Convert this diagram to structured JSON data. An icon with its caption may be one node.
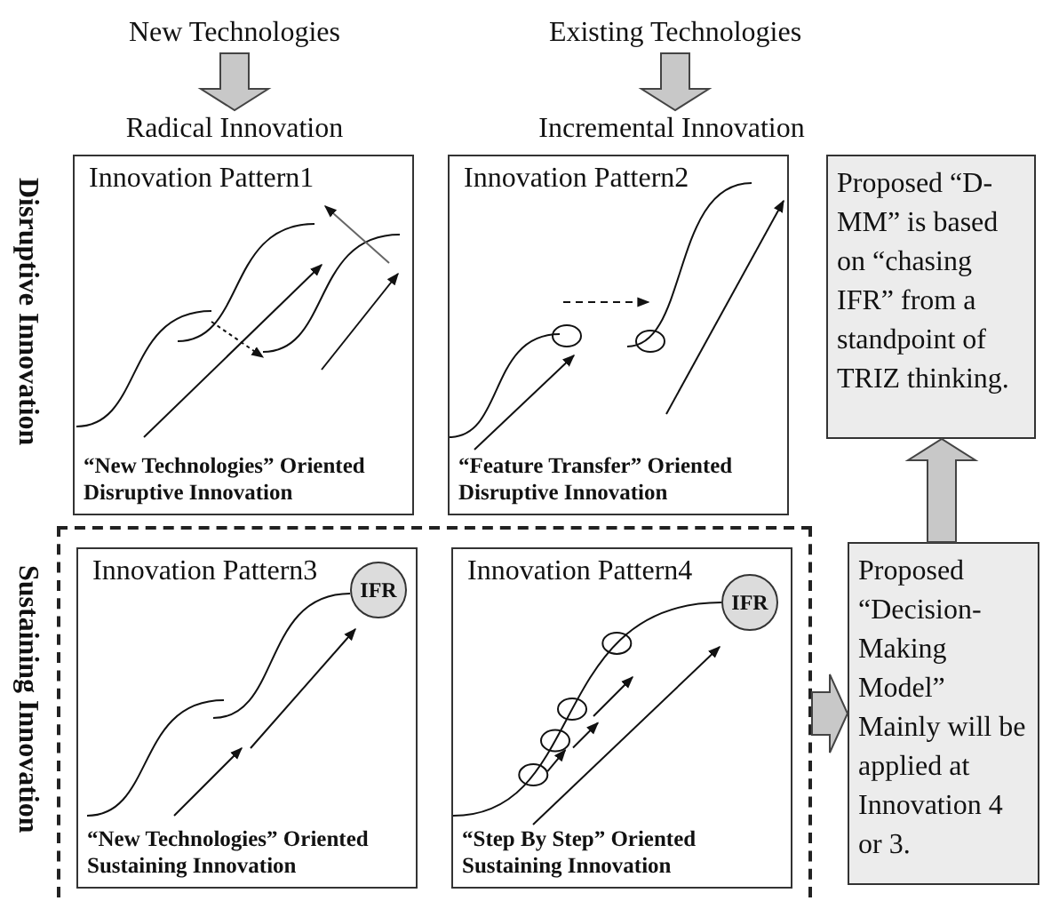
{
  "diagram": {
    "nodes": [
      {
        "text": [
          "New Technologies"
        ]
      },
      {
        "text": [
          "Radical Innovation"
        ]
      },
      {
        "text": [
          "Existing Technologies"
        ]
      },
      {
        "text": [
          "Incremental Innovation"
        ]
      },
      {
        "text": [
          "Innovation Pattern1",
          "“New Technologies” Oriented Disruptive Innovation"
        ]
      },
      {
        "text": [
          "Innovation Pattern2",
          "“Feature Transfer”  Oriented Disruptive Innovation"
        ]
      },
      {
        "text": [
          "Proposed “D-MM” is based on “chasing IFR” from a standpoint of TRIZ thinking."
        ]
      },
      {
        "text": [],
        "shape": "box"
      },
      {
        "text": [
          "Innovation Pattern3",
          "“New Technologies” Oriented Sustaining Innovation"
        ],
        "in": 7
      },
      {
        "text": [
          "IFR"
        ],
        "in": 8
      },
      {
        "text": [
          "Innovation Pattern4",
          "“Step By Step” Oriented Sustaining Innovation"
        ],
        "in": 7
      },
      {
        "text": [
          "IFR"
        ],
        "in": 10
      },
      {
        "text": [
          "Proposed “Decision-Making Model” Mainly will be applied at Innovation 4 or 3."
        ]
      }
    ],
    "edges": [
      {
        "from": 0,
        "to": 1,
        "arrow": "to"
      },
      {
        "from": 2,
        "to": 3,
        "arrow": "to"
      },
      {
        "from": 7,
        "to": 12,
        "arrow": "to"
      },
      {
        "from": 12,
        "to": 6,
        "arrow": "to"
      }
    ],
    "labels": [
      "Disruptive Innovation",
      "Sustaining Innovation"
    ]
  }
}
